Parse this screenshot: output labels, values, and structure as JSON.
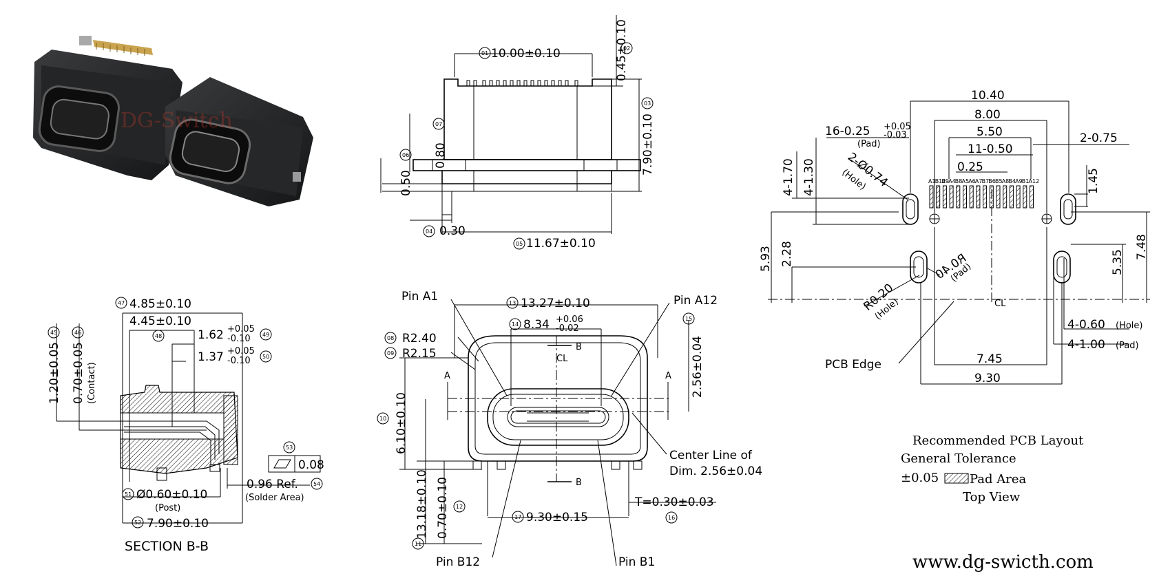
{
  "photo": {
    "watermark": "DG-Switch"
  },
  "top_view": {
    "d01": "10.00±0.10",
    "n01": "01",
    "d02": "0.45±0.10",
    "n02": "02",
    "d03": "7.90±0.10",
    "n03": "03",
    "d04": "0.30",
    "n04": "04",
    "d05": "11.67±0.10",
    "n05": "05",
    "d06": "0.50",
    "n06": "06",
    "d07": "0.80",
    "n07": "07"
  },
  "front_view": {
    "pin_a1": "Pin A1",
    "pin_a12": "Pin A12",
    "pin_b12": "Pin B12",
    "pin_b1": "Pin B1",
    "d08": "R2.40",
    "n08": "08",
    "d09": "R2.15",
    "n09": "09",
    "n10": "10",
    "d10": "6.10±0.10",
    "n11": "11",
    "d11": "13.18±0.10",
    "n12": "12",
    "d12": "0.70±0.10",
    "d13": "13.27±0.10",
    "n13": "13",
    "d14": "8.34",
    "d14_tol_up": "+0.06",
    "d14_tol_dn": "-0.02",
    "n14": "14",
    "n15": "15",
    "d15": "2.56±0.04",
    "d16": "T=0.30±0.03",
    "n16": "16",
    "d17": "9.30±0.15",
    "n17": "17",
    "section_a": "A",
    "section_b": "B",
    "center_mark": "CL",
    "center_note_1": "Center Line of",
    "center_note_2": "Dim. 2.56±0.04"
  },
  "section_view": {
    "title": "SECTION B-B",
    "d47": "4.85±0.10",
    "n47": "47",
    "d48": "4.45±0.10",
    "n48": "48",
    "d49": "1.62",
    "d49_up": "+0.05",
    "d49_dn": "-0.10",
    "n49": "49",
    "d50": "1.37",
    "d50_up": "+0.05",
    "d50_dn": "-0.10",
    "n50": "50",
    "d45": "1.20±0.05",
    "n45": "45",
    "d46": "0.70±0.05",
    "d46_note": "(Contact)",
    "n46": "46",
    "d51": "Ø0.60±0.10",
    "d51_note": "(Post)",
    "n51": "51",
    "d52": "7.90±0.10",
    "n52": "52",
    "n53": "53",
    "flat": "0.08",
    "d54": "0.96 Ref.",
    "d54_note": "(Solder Area)",
    "n54": "54"
  },
  "pcb_layout": {
    "w1040": "10.40",
    "w800": "8.00",
    "w550": "5.50",
    "pads16": "16-0.25",
    "pads16_up": "+0.05",
    "pads16_dn": "-0.03",
    "pad_note": "(Pad)",
    "p1150": "11-0.50",
    "p025": "0.25",
    "holes2": "2-0.75",
    "h145": "1.45",
    "h170": "4-1.70",
    "h130": "4-1.30",
    "hole074": "2-Ø0.74",
    "hole_note": "(Hole)",
    "v593": "5.93",
    "v228": "2.28",
    "v748": "7.48",
    "v535": "5.35",
    "r020": "R0.20",
    "r020_note": "(Hole)",
    "r040": "R0.40",
    "r040_note": "(Pad)",
    "h060": "4-0.60",
    "h060_note": "(Hole)",
    "h100": "4-1.00",
    "h100_note": "(Pad)",
    "w745": "7.45",
    "w930": "9.30",
    "pcb_edge": "PCB Edge",
    "center_mark": "CL",
    "pin_labels": [
      "A1",
      "B12",
      "B9",
      "A4",
      "B8",
      "A5",
      "A6",
      "A7",
      "B7",
      "B6",
      "B5",
      "A8",
      "B4",
      "A9",
      "B1",
      "A12"
    ]
  },
  "legend": {
    "line1": "Recommended PCB Layout",
    "line2": "General Tolerance",
    "tol": "±0.05",
    "pad_area": "Pad Area",
    "view": "Top View"
  },
  "footer": {
    "website": "www.dg-swicth.com"
  }
}
